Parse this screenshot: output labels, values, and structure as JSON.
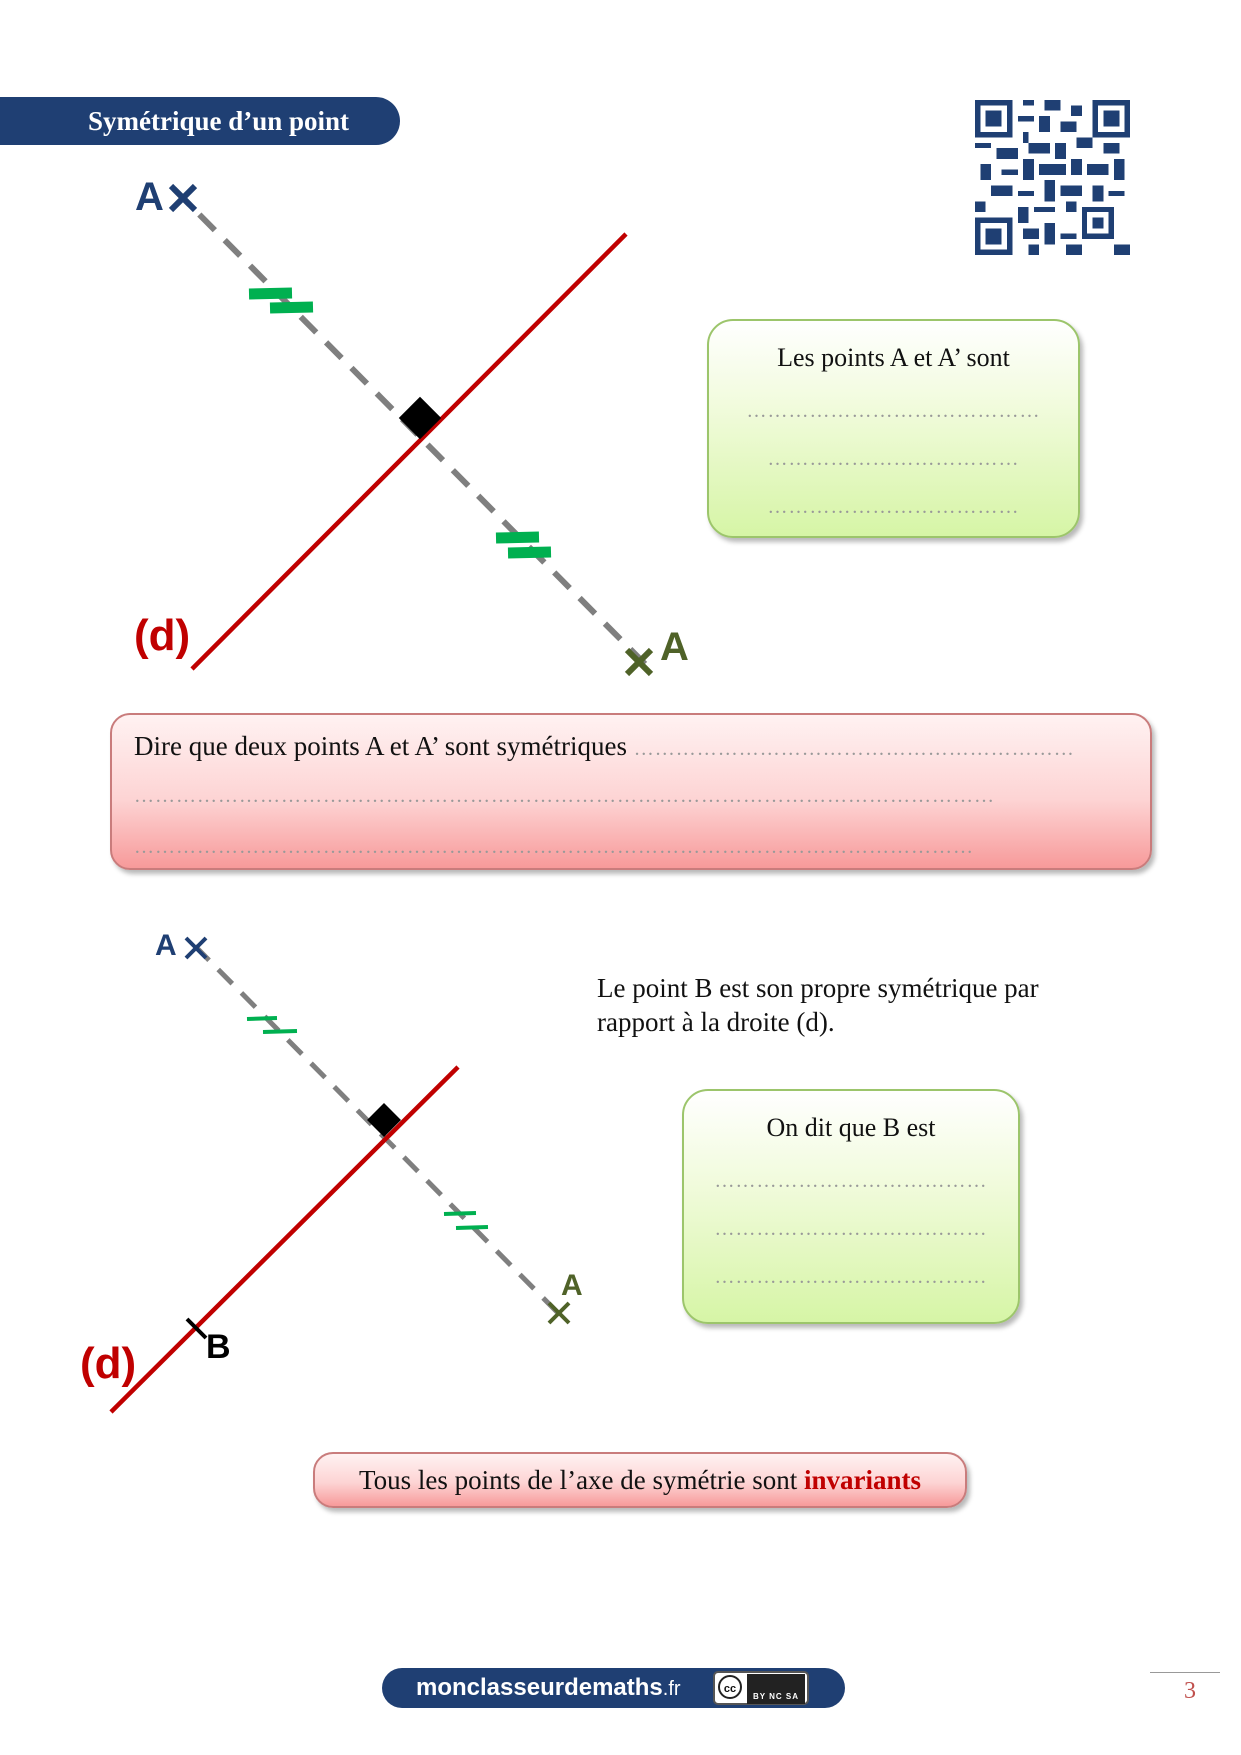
{
  "header": {
    "title": "Symétrique d’un point"
  },
  "figure1": {
    "label_a": "A",
    "label_a_prime": "A",
    "label_d": "(d)"
  },
  "box1": {
    "lead": "Les points A et A’ sont",
    "dots1": "……………………………………",
    "dots2": "………………………………",
    "dots3": "………………………………"
  },
  "definition": {
    "lead": "Dire que deux points A et A’ sont symétriques",
    "dots_inline": "………………………………………………………",
    "dots2": "……………………………………………………………………………………………………………",
    "dots3": "…………………………………………………………………………………………………………"
  },
  "figure2": {
    "label_a": "A",
    "label_a_prime": "A",
    "label_b": "B",
    "label_d": "(d)"
  },
  "note_b": {
    "text": "Le point B est son propre symétrique par rapport à la droite (d)."
  },
  "box2": {
    "lead": "On dit que B est",
    "dots1": "…………………………………",
    "dots2": "…………………………………",
    "dots3": "…………………………………"
  },
  "invariants": {
    "text": "Tous les points de l’axe de symétrie sont ",
    "emphasis": "invariants"
  },
  "footer": {
    "site_name": "monclasseurdemaths",
    "site_tld": ".fr",
    "cc_mark": "cc",
    "license_terms": "BY NC SA",
    "page_number": "3"
  },
  "colors": {
    "navy": "#1f3f73",
    "red": "#c00000",
    "green": "#00b050",
    "olive": "#4f6228"
  }
}
